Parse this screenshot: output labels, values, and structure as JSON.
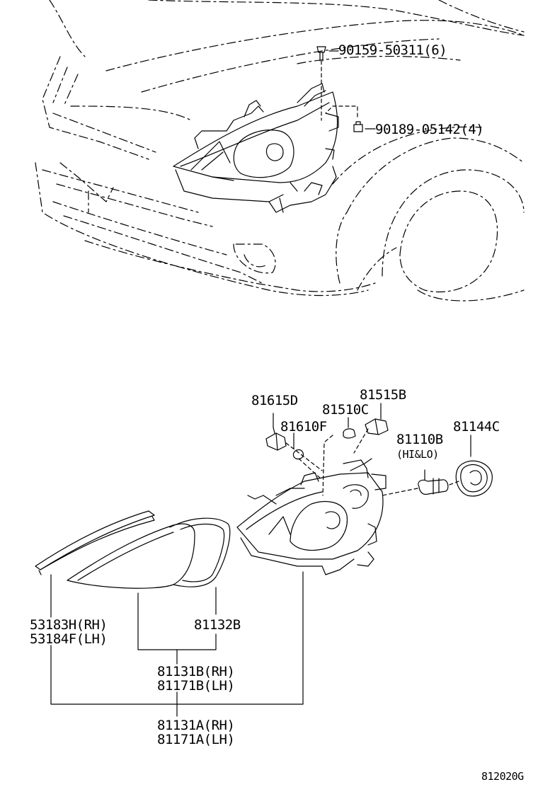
{
  "labels": {
    "bolt_top": "90159-50311(6)",
    "clip_top": "90189-05142(4)",
    "p81615d": "81615D",
    "p81515b": "81515B",
    "p81510c": "81510C",
    "p81610f": "81610F",
    "p81110b": "81110B",
    "p81110b_note": "(HI&LO)",
    "p81144c": "81144C",
    "p53183h": "53183H(RH)",
    "p53184f": "53184F(LH)",
    "p81132b": "81132B",
    "p81131b": "81131B(RH)",
    "p81171b": "81171B(LH)",
    "p81131a": "81131A(RH)",
    "p81171a": "81171A(LH)",
    "diagram_code": "812020G"
  }
}
